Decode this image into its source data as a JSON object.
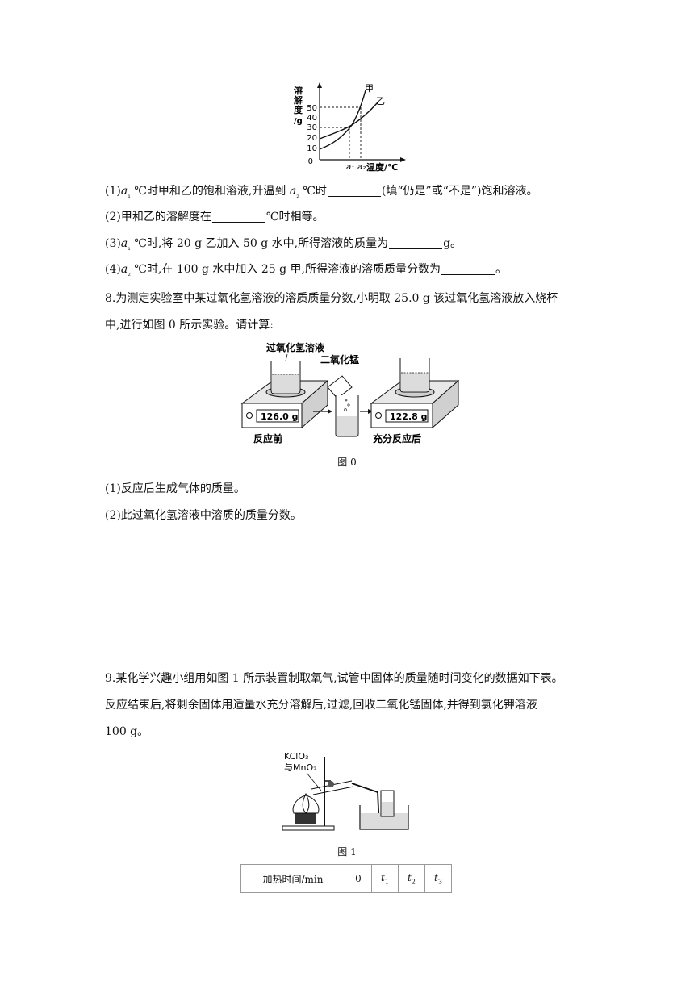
{
  "graph": {
    "ylabel_chars": [
      "溶",
      "解",
      "度",
      "/g"
    ],
    "yticks": [
      "50",
      "40",
      "30",
      "20",
      "10",
      "0"
    ],
    "series": [
      "甲",
      "乙"
    ],
    "xticks": [
      "a₁",
      "a₂"
    ],
    "xlabel": "温度/℃"
  },
  "q7": {
    "p1": {
      "a": "(1)",
      "b": "a",
      "c": "₁",
      "d": " ℃时甲和乙的饱和溶液,升温到 ",
      "e": "a",
      "f": "₂",
      "g": " ℃时",
      "h": "(填“仍是”或“不是”)饱和溶液。"
    },
    "p2": {
      "a": "(2)甲和乙的溶解度在",
      "b": "℃时相等。"
    },
    "p3": {
      "a": "(3)",
      "b": "a",
      "c": "₁",
      "d": " ℃时,将 20 g 乙加入 50 g 水中,所得溶液的质量为",
      "e": "g。"
    },
    "p4": {
      "a": "(4)",
      "b": "a",
      "c": "₂",
      "d": " ℃时,在 100 g 水中加入 25 g 甲,所得溶液的溶质质量分数为",
      "e": "。"
    }
  },
  "q8": {
    "line1": "8.为测定实验室中某过氧化氢溶液的溶质质量分数,小明取 25.0 g 该过氧化氢溶液放入烧杯",
    "line2": "中,进行如图 0 所示实验。请计算:",
    "fig": {
      "label_h2o2": "过氧化氢溶液",
      "label_mno2": "二氧化锰",
      "reading_before": "126.0 g",
      "reading_after": "122.8 g",
      "caption_before": "反应前",
      "caption_after": "充分反应后"
    },
    "fig_caption": "图 0",
    "sub1": "(1)反应后生成气体的质量。",
    "sub2": "(2)此过氧化氢溶液中溶质的质量分数。"
  },
  "q9": {
    "line1": "9.某化学兴趣小组用如图 1 所示装置制取氧气,试管中固体的质量随时间变化的数据如下表。",
    "line2": "反应结束后,将剩余固体用适量水充分溶解后,过滤,回收二氧化锰固体,并得到氯化钾溶液",
    "line3": "100 g。",
    "fig": {
      "label1": "KClO₃",
      "label2": "与MnO₂"
    },
    "fig_caption": "图 1",
    "table_header": "加热时间/min",
    "table_cols": [
      {
        "t": "0",
        "s": ""
      },
      {
        "t": "t",
        "s": "1"
      },
      {
        "t": "t",
        "s": "2"
      },
      {
        "t": "t",
        "s": "3"
      }
    ]
  }
}
